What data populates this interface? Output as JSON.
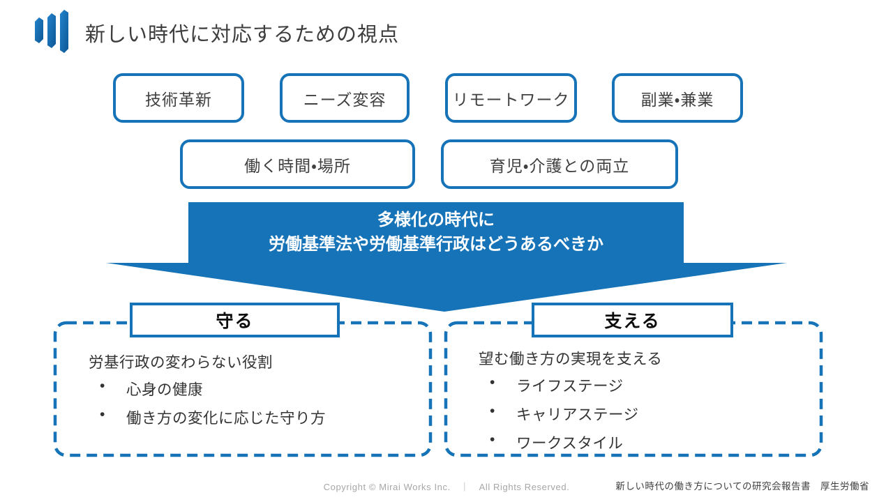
{
  "slide": {
    "title": "新しい時代に対応するための視点"
  },
  "factors": {
    "row1": [
      "技術革新",
      "ニーズ変容",
      "リモートワーク",
      "副業・兼業"
    ],
    "row2": [
      "働く時間・場所",
      "育児・介護との両立"
    ]
  },
  "arrow": {
    "line1": "多様化の時代に",
    "line2": "労働基準法や労働基準行政はどうあるべきか"
  },
  "panels": {
    "left": {
      "header": "守る",
      "lead": "労基行政の変わらない役割",
      "bullets": [
        "心身の健康",
        "働き方の変化に応じた守り方"
      ]
    },
    "right": {
      "header": "支える",
      "lead": "望む働き方の実現を支える",
      "bullets": [
        "ライフステージ",
        "キャリアステージ",
        "ワークスタイル"
      ]
    }
  },
  "footer": {
    "copyright": "Copyright © Mirai Works Inc.　｜　All Rights Reserved.",
    "source": "新しい時代の働き方についての研究会報告書　厚生労働省"
  },
  "colors": {
    "accent": "#1673B8",
    "text": "#3F3F3F",
    "muted": "#A6A6A6"
  }
}
